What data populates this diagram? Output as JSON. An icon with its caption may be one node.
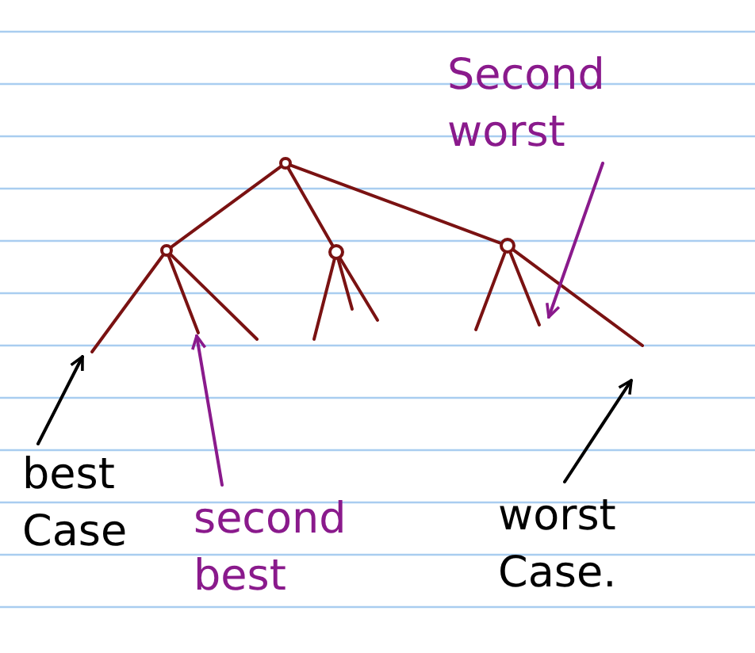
{
  "diagram": {
    "nodes": [
      {
        "text": [],
        "shape": "circle"
      },
      {
        "text": [],
        "shape": "circle"
      },
      {
        "text": [],
        "shape": "circle"
      },
      {
        "text": [],
        "shape": "circle"
      },
      {
        "text": [
          "Second worst"
        ]
      },
      {
        "text": [
          "best Case"
        ]
      },
      {
        "text": [
          "second best"
        ]
      },
      {
        "text": [
          "worst Case."
        ]
      }
    ],
    "edges": [
      {
        "from": 0,
        "to": 1,
        "arrow": "none"
      },
      {
        "from": 0,
        "to": 2,
        "arrow": "none"
      },
      {
        "from": 0,
        "to": 3,
        "arrow": "none"
      },
      {
        "from": 1,
        "to": null,
        "arrow": "none"
      },
      {
        "from": 1,
        "to": null,
        "arrow": "none"
      },
      {
        "from": 1,
        "to": null,
        "arrow": "none"
      },
      {
        "from": 2,
        "to": null,
        "arrow": "none"
      },
      {
        "from": 2,
        "to": null,
        "arrow": "none"
      },
      {
        "from": 2,
        "to": null,
        "arrow": "none"
      },
      {
        "from": 3,
        "to": null,
        "arrow": "none"
      },
      {
        "from": 3,
        "to": null,
        "arrow": "none"
      },
      {
        "from": 3,
        "to": null,
        "arrow": "none"
      },
      {
        "from": 4,
        "to": null,
        "arrow": "to",
        "color": "#8a1a8c"
      },
      {
        "from": 5,
        "to": null,
        "arrow": "to",
        "color": "#000000"
      },
      {
        "from": 6,
        "to": null,
        "arrow": "to",
        "color": "#8a1a8c"
      },
      {
        "from": 7,
        "to": null,
        "arrow": "to",
        "color": "#000000"
      }
    ]
  }
}
